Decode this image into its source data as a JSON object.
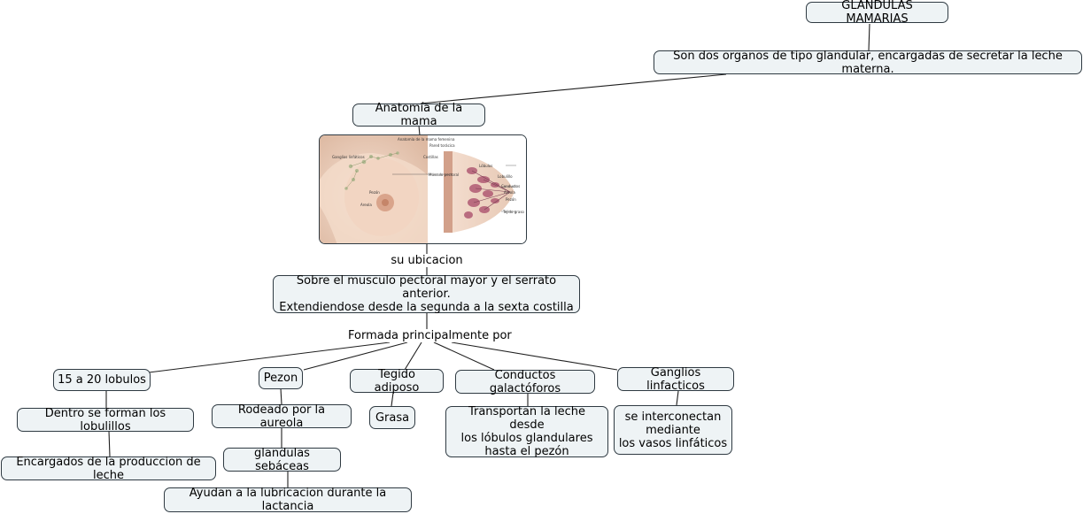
{
  "colors": {
    "node_fill": "#eef3f5",
    "node_border": "#2f3a42",
    "line": "#1f1f1f"
  },
  "nodes": {
    "root": "GLANDULAS MAMARIAS",
    "definition": "Son dos organos de tipo glandular, encargadas de secretar la leche materna.",
    "anatomy": "Anatomía de la mama",
    "location": "Sobre el musculo pectoral mayor y el serrato anterior.\nExtendiendose desde la segunda a la sexta costilla",
    "lobules": "15 a 20 lobulos",
    "lobules_detail": "Dentro se forman los lobulillos",
    "lobules_function": "Encargados de la produccion de leche",
    "nipple": "Pezon",
    "nipple_detail": "Rodeado por la aureola",
    "glands": "glandulas sebáceas",
    "glands_function": "Ayudan a la lubricacion durante la lactancia",
    "adipose": "Tegido adiposo",
    "adipose_detail": "Grasa",
    "ducts": "Conductos galactóforos",
    "ducts_detail": "Transportan la leche desde\nlos lóbulos glandulares\nhasta el pezón",
    "lymph": "Ganglios linfacticos",
    "lymph_detail": "se interconectan\nmediante\nlos vasos linfáticos"
  },
  "link_labels": {
    "location": "su ubicacion",
    "composition": "Formada principalmente por"
  },
  "illustration": {
    "title": "Anatomía de la mama femenina",
    "labels": {
      "lymph_nodes": "Ganglios linfáticos",
      "pectoral": "Pared torácica",
      "ribs": "Costillas",
      "muscle": "Músculo pectoral",
      "lobules": "Lóbulos",
      "lobule": "Lobulillo",
      "ducts": "Conductos",
      "areola": "Areola",
      "nipple_label": "Pezón",
      "fat": "Tejido graso",
      "areola_front": "Areola",
      "nipple_front": "Pezón"
    }
  }
}
